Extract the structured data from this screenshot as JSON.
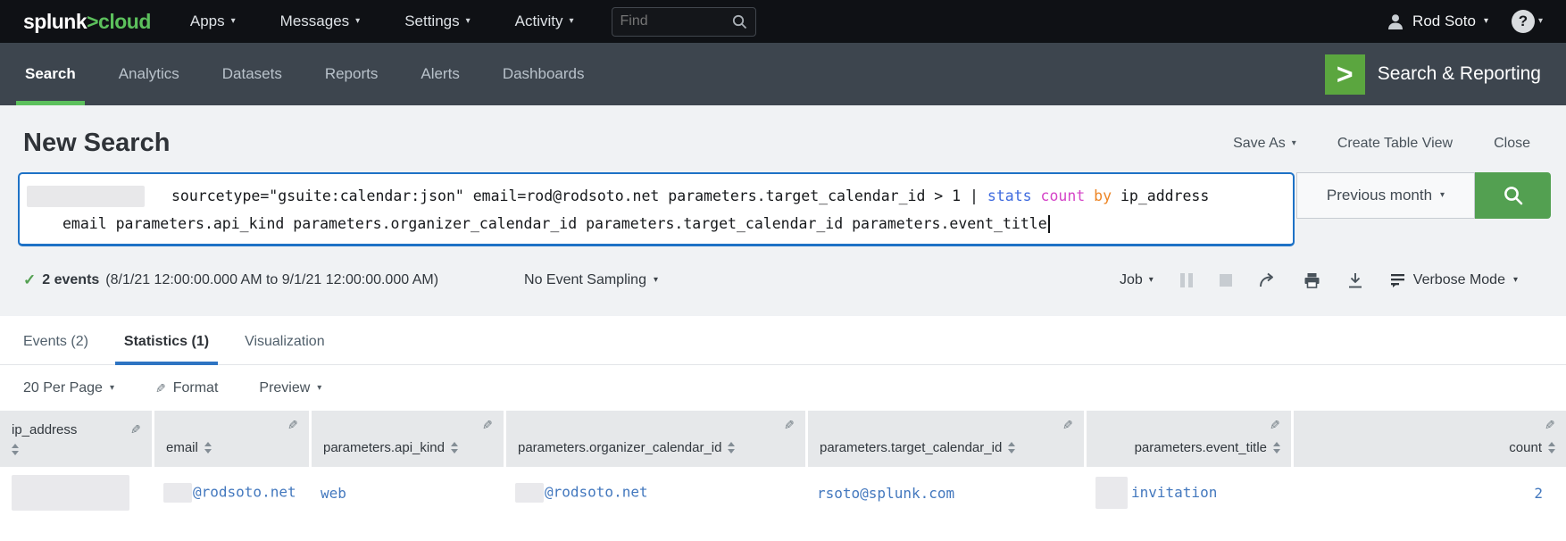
{
  "topbar": {
    "logo_brand": "splunk",
    "logo_suffix": ">cloud",
    "menus": [
      {
        "label": "Apps"
      },
      {
        "label": "Messages"
      },
      {
        "label": "Settings"
      },
      {
        "label": "Activity"
      }
    ],
    "find_placeholder": "Find",
    "user_name": "Rod Soto",
    "help_glyph": "?"
  },
  "appbar": {
    "tabs": [
      {
        "label": "Search",
        "active": true
      },
      {
        "label": "Analytics",
        "active": false
      },
      {
        "label": "Datasets",
        "active": false
      },
      {
        "label": "Reports",
        "active": false
      },
      {
        "label": "Alerts",
        "active": false
      },
      {
        "label": "Dashboards",
        "active": false
      }
    ],
    "app_icon_glyph": ">",
    "app_name": "Search & Reporting"
  },
  "page_header": {
    "title": "New Search",
    "save_as": "Save As",
    "create_table_view": "Create Table View",
    "close": "Close"
  },
  "search_bar": {
    "line1_plain": "sourcetype=\"gsuite:calendar:json\" email=rod@rodsoto.net parameters.target_calendar_id > 1 | ",
    "line1_command": "stats ",
    "line1_function": "count ",
    "line1_keyword": "by ",
    "line1_tail": "ip_address",
    "line2": "email parameters.api_kind parameters.organizer_calendar_id parameters.target_calendar_id parameters.event_title",
    "time_range": "Previous month"
  },
  "job_bar": {
    "check": "✓",
    "event_count": "2 events",
    "time_span": "(8/1/21 12:00:00.000 AM to 9/1/21 12:00:00.000 AM)",
    "sampling": "No Event Sampling",
    "job_label": "Job",
    "mode_label": "Verbose Mode"
  },
  "result_tabs": [
    {
      "label": "Events (2)",
      "active": false
    },
    {
      "label": "Statistics (1)",
      "active": true
    },
    {
      "label": "Visualization",
      "active": false
    }
  ],
  "toolbar": {
    "per_page": "20 Per Page",
    "format": "Format",
    "preview": "Preview"
  },
  "table": {
    "columns": [
      {
        "label": "ip_address"
      },
      {
        "label": "email"
      },
      {
        "label": "parameters.api_kind"
      },
      {
        "label": "parameters.organizer_calendar_id"
      },
      {
        "label": "parameters.target_calendar_id"
      },
      {
        "label": "parameters.event_title"
      },
      {
        "label": "count"
      }
    ],
    "row": {
      "email_suffix": "@rodsoto.net",
      "api_kind": "web",
      "organizer_suffix": "@rodsoto.net",
      "target_calendar_id": "rsoto@splunk.com",
      "event_title": "invitation",
      "count": "2"
    }
  },
  "colors": {
    "accent_green": "#5cc05c",
    "button_green": "#53a051",
    "focus_blue": "#1e72c6",
    "tab_underline_blue": "#2e74c2",
    "link_blue": "#4378be",
    "spl_command_blue": "#3f6bdf",
    "spl_function_magenta": "#d545c8",
    "spl_keyword_orange": "#ed8525"
  }
}
